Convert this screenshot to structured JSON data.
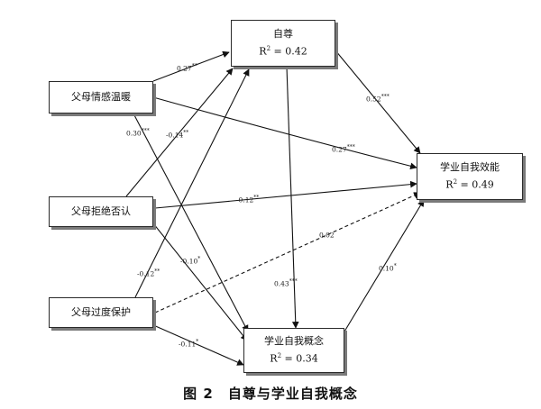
{
  "nodes": {
    "self_esteem": {
      "label": "自尊",
      "r2_label": "R",
      "r2_value": " = 0.42"
    },
    "warmth": {
      "label": "父母情感温暖"
    },
    "rejection": {
      "label": "父母拒绝否认"
    },
    "overprotection": {
      "label": "父母过度保护"
    },
    "efficacy": {
      "label": "学业自我效能",
      "r2_label": "R",
      "r2_value": " = 0.49"
    },
    "concept": {
      "label": "学业自我概念",
      "r2_label": "R",
      "r2_value": " = 0.34"
    }
  },
  "coefficients": [
    {
      "id": "warmth-esteem",
      "value": "0.27",
      "sig": "**"
    },
    {
      "id": "esteem-efficacy",
      "value": "0.52",
      "sig": "***"
    },
    {
      "id": "warmth-efficacy",
      "value": "0.27",
      "sig": "***"
    },
    {
      "id": "warmth-concept",
      "value": "0.30",
      "sig": "***"
    },
    {
      "id": "rejection-esteem",
      "value": "-0.14",
      "sig": "**"
    },
    {
      "id": "rejection-efficacy",
      "value": "-0.12",
      "sig": "**"
    },
    {
      "id": "overprotection-efficacy",
      "value": "0.02",
      "sig": ""
    },
    {
      "id": "rejection-concept",
      "value": "-0.10",
      "sig": "*"
    },
    {
      "id": "overprotection-esteem",
      "value": "-0.12",
      "sig": "**"
    },
    {
      "id": "esteem-concept",
      "value": "0.43",
      "sig": "***"
    },
    {
      "id": "concept-efficacy",
      "value": "0.10",
      "sig": "*"
    },
    {
      "id": "overprotection-concept",
      "value": "-0.11",
      "sig": "*"
    }
  ],
  "caption": "图 2　自尊与学业自我概念"
}
